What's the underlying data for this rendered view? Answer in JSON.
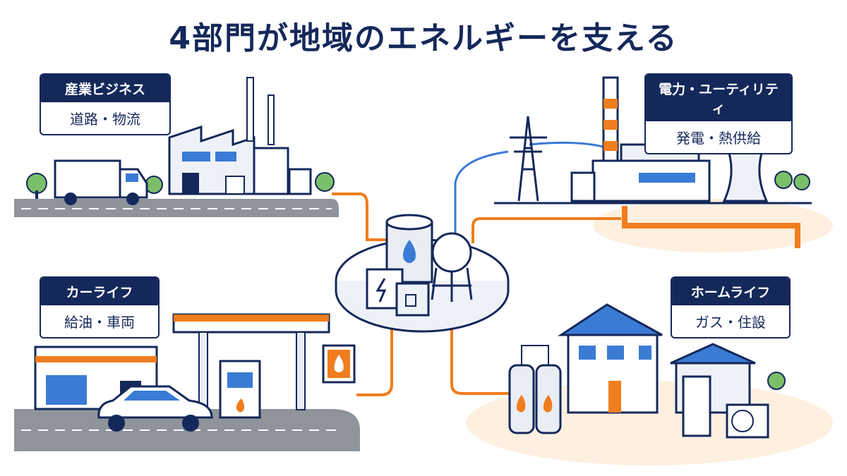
{
  "title": "4部門が地域のエネルギーを支える",
  "colors": {
    "navy": "#14285a",
    "orange": "#f07d1e",
    "blue": "#3a7bd5",
    "gray": "#9aa0a6"
  },
  "sectors": [
    {
      "id": "industry",
      "name": "産業ビジネス",
      "detail": "道路・物流"
    },
    {
      "id": "utility",
      "name": "電力・ユーティリティ",
      "detail": "発電・熱供給"
    },
    {
      "id": "car",
      "name": "カーライフ",
      "detail": "給油・車両"
    },
    {
      "id": "home",
      "name": "ホームライフ",
      "detail": "ガス・住設"
    }
  ],
  "icons": [
    "truck-icon",
    "factory-icon",
    "power-tower-icon",
    "power-plant-icon",
    "cooling-tower-icon",
    "gas-station-icon",
    "car-icon",
    "house-icon",
    "gas-cylinder-icon",
    "energy-hub-icon",
    "flame-icon",
    "lightning-icon"
  ]
}
